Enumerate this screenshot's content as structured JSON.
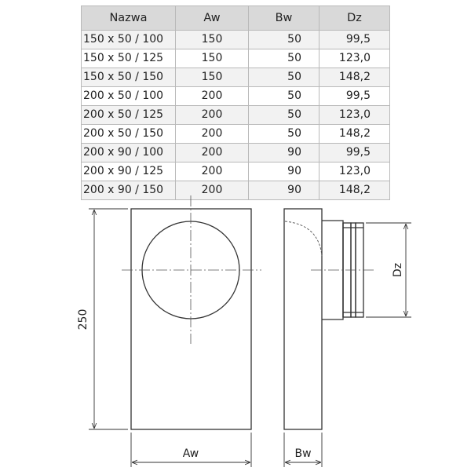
{
  "table": {
    "headers": [
      "Nazwa",
      "Aw",
      "Bw",
      "Dz"
    ],
    "rows": [
      [
        "150 x 50 / 100",
        "150",
        "50",
        "99,5"
      ],
      [
        "150 x 50 / 125",
        "150",
        "50",
        "123,0"
      ],
      [
        "150 x 50 / 150",
        "150",
        "50",
        "148,2"
      ],
      [
        "200 x 50 / 100",
        "200",
        "50",
        "99,5"
      ],
      [
        "200 x 50 / 125",
        "200",
        "50",
        "123,0"
      ],
      [
        "200 x 50 / 150",
        "200",
        "50",
        "148,2"
      ],
      [
        "200 x 90 / 100",
        "200",
        "90",
        "99,5"
      ],
      [
        "200 x 90 / 125",
        "200",
        "90",
        "123,0"
      ],
      [
        "200 x 90 / 150",
        "200",
        "90",
        "148,2"
      ]
    ]
  },
  "drawing": {
    "height_label": "250",
    "width_label": "Aw",
    "depth_label": "Bw",
    "diameter_label": "Dz"
  }
}
